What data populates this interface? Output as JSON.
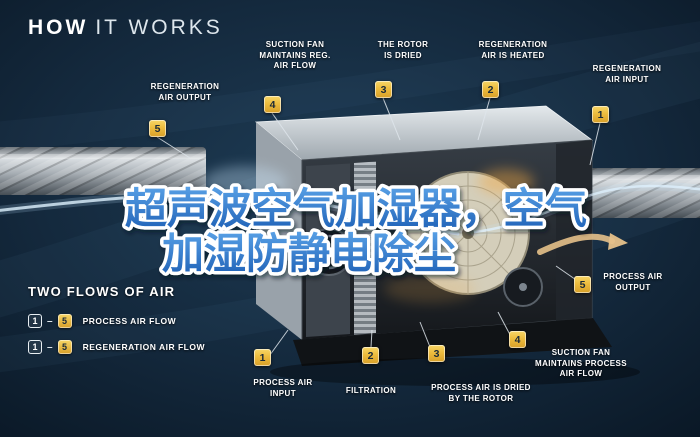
{
  "title": {
    "lead": "HOW",
    "rest": "IT WORKS"
  },
  "overlay_text": {
    "line1": "超声波空气加湿器，空气",
    "line2": "加湿防静电除尘"
  },
  "steps": {
    "regen_output": {
      "num": "5",
      "label": "REGENERATION AIR OUTPUT"
    },
    "suction_regen": {
      "num": "4",
      "label": "SUCTION FAN MAINTAINS REG. AIR FLOW"
    },
    "rotor_dried": {
      "num": "3",
      "label": "THE ROTOR IS DRIED"
    },
    "regen_heated": {
      "num": "2",
      "label": "REGENERATION AIR IS HEATED"
    },
    "regen_input": {
      "num": "1",
      "label": "REGENERATION AIR INPUT"
    },
    "process_output": {
      "num": "5",
      "label": "PROCESS AIR OUTPUT"
    },
    "suction_process": {
      "num": "4",
      "label": "SUCTION FAN MAINTAINS PROCESS AIR FLOW"
    },
    "process_dried": {
      "num": "3",
      "label": "PROCESS AIR IS DRIED BY THE ROTOR"
    },
    "filtration": {
      "num": "2",
      "label": "FILTRATION"
    },
    "process_input": {
      "num": "1",
      "label": "PROCESS AIR INPUT"
    }
  },
  "legend": {
    "heading": "TWO FLOWS OF AIR",
    "dash": "–",
    "rows": [
      {
        "from": "1",
        "to": "5",
        "label": "PROCESS AIR FLOW"
      },
      {
        "from": "1",
        "to": "5",
        "label": "REGENERATION AIR FLOW"
      }
    ]
  },
  "colors": {
    "background": "#12293c",
    "badge_gold": "#edbc3e",
    "accent_blue": "#9fd4f5",
    "overlay_blue": "#2e7bd0"
  }
}
